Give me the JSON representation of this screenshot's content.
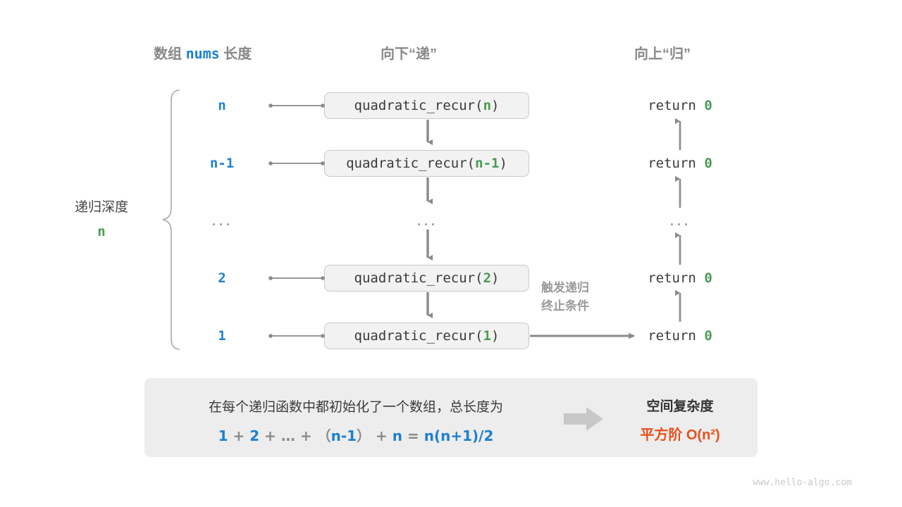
{
  "headers": {
    "left_prefix": "数组",
    "left_code": "nums",
    "left_suffix": "长度",
    "middle": "向下“递”",
    "right": "向上“归”"
  },
  "depth": {
    "label": "递归深度",
    "value": "n"
  },
  "rows": [
    {
      "depth": "n",
      "call_prefix": "quadratic_recur(",
      "call_arg": "n",
      "call_suffix": ")",
      "return_text": "return",
      "return_value": "0"
    },
    {
      "depth": "n-1",
      "call_prefix": "quadratic_recur(",
      "call_arg": "n-1",
      "call_suffix": ")",
      "return_text": "return",
      "return_value": "0"
    },
    {
      "depth": "...",
      "call_prefix": "...",
      "call_arg": "",
      "call_suffix": "",
      "return_text": "...",
      "return_value": ""
    },
    {
      "depth": "2",
      "call_prefix": "quadratic_recur(",
      "call_arg": "2",
      "call_suffix": ")",
      "return_text": "return",
      "return_value": "0"
    },
    {
      "depth": "1",
      "call_prefix": "quadratic_recur(",
      "call_arg": "1",
      "call_suffix": ")",
      "return_text": "return",
      "return_value": "0"
    }
  ],
  "termination_note": {
    "line1": "触发递归",
    "line2": "终止条件"
  },
  "summary": {
    "line1": "在每个递归函数中都初始化了一个数组，总长度为",
    "formula": {
      "t1": "1",
      "op1": "+",
      "t2": "2",
      "op2": "+",
      "t3": "…",
      "op3": "+",
      "paren_open": "（",
      "t4": "n-1",
      "paren_close": "）",
      "op4": "+",
      "t5": "n",
      "eq": "=",
      "result": "n(n+1)/2"
    },
    "arrow_icon": "right-arrow-icon",
    "right_title": "空间复杂度",
    "right_value": "平方阶 O(n²)"
  },
  "watermark": "www.hello-algo.com",
  "colors": {
    "blue": "#1E80D2",
    "green": "#4A9A55",
    "orange": "#E8501A",
    "gray": "#888888",
    "box_bg": "#F2F2F2",
    "summary_bg": "#EDEDED"
  }
}
